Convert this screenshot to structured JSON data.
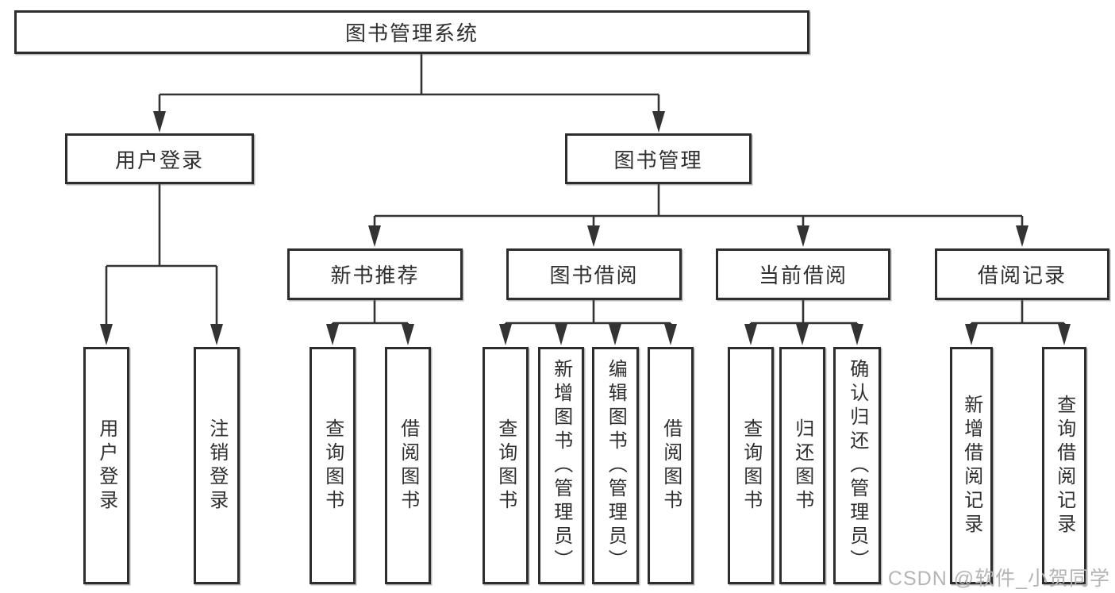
{
  "diagram": {
    "title": "图书管理系统",
    "level2": [
      {
        "label": "用户登录"
      },
      {
        "label": "图书管理"
      }
    ],
    "level3": [
      {
        "label": "新书推荐"
      },
      {
        "label": "图书借阅"
      },
      {
        "label": "当前借阅"
      },
      {
        "label": "借阅记录"
      }
    ],
    "leaves": {
      "user_login": [
        {
          "label": "用户登录"
        },
        {
          "label": "注销登录"
        }
      ],
      "new_book_rec": [
        {
          "label": "查询图书"
        },
        {
          "label": "借阅图书"
        }
      ],
      "book_borrow": [
        {
          "label": "查询图书"
        },
        {
          "label": "新增图书（管理员）"
        },
        {
          "label": "编辑图书（管理员）"
        },
        {
          "label": "借阅图书"
        }
      ],
      "current_borrow": [
        {
          "label": "查询图书"
        },
        {
          "label": "归还图书"
        },
        {
          "label": "确认归还（管理员）"
        }
      ],
      "borrow_records": [
        {
          "label": "新增借阅记录"
        },
        {
          "label": "查询借阅记录"
        }
      ]
    },
    "watermark": "CSDN @软件_小贺同学",
    "colors": {
      "line": "#333333",
      "border": "#2d2d2d",
      "text": "#2f2f2f",
      "watermark": "#b5b5b5",
      "background": "#ffffff"
    }
  }
}
